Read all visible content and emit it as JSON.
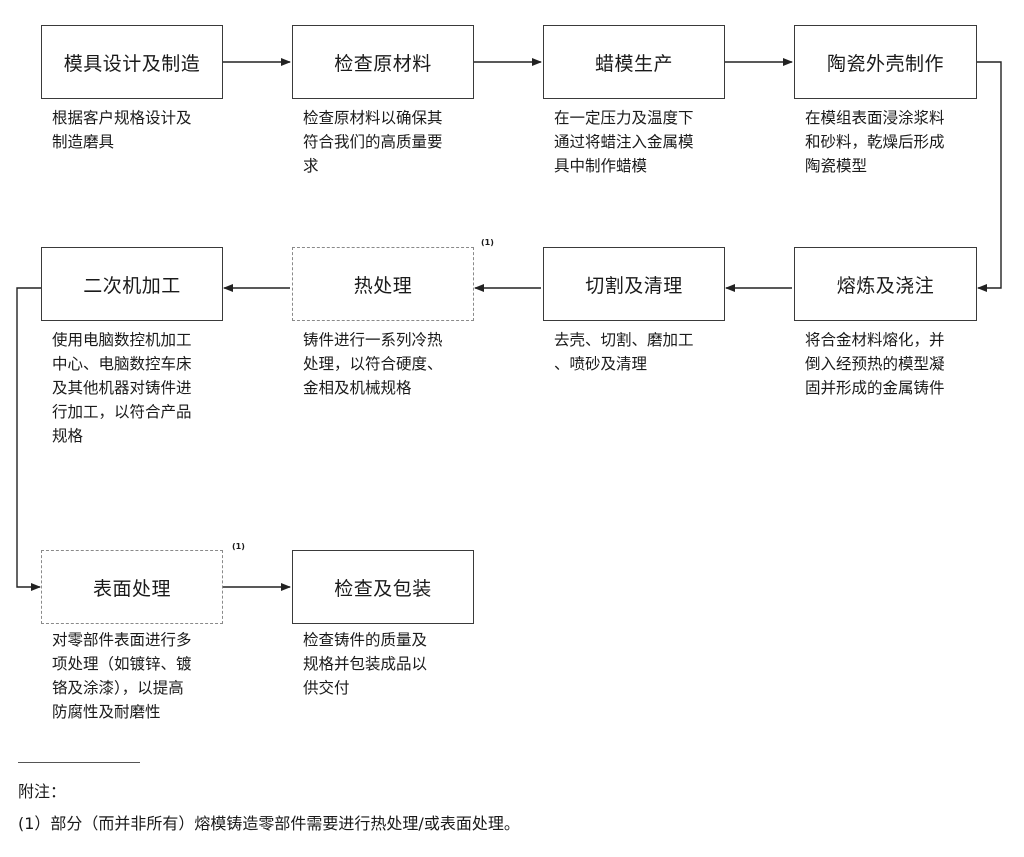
{
  "steps": {
    "mold": {
      "title": "模具设计及制造",
      "desc": "根据客户规格设计及\n制造磨具"
    },
    "inspect": {
      "title": "检查原材料",
      "desc": "检查原材料以确保其\n符合我们的高质量要\n求"
    },
    "wax": {
      "title": "蜡模生产",
      "desc": "在一定压力及温度下\n通过将蜡注入金属模\n具中制作蜡模"
    },
    "shell": {
      "title": "陶瓷外壳制作",
      "desc": "在模组表面浸涂浆料\n和砂料，乾燥后形成\n陶瓷模型"
    },
    "pour": {
      "title": "熔炼及浇注",
      "desc": "将合金材料熔化，并\n倒入经预热的模型凝\n固并形成的金属铸件"
    },
    "cut": {
      "title": "切割及清理",
      "desc": "去壳、切割、磨加工\n、喷砂及清理"
    },
    "heat": {
      "title": "热处理",
      "desc": "铸件进行一系列冷热\n处理，以符合硬度、\n金相及机械规格"
    },
    "machining": {
      "title": "二次机加工",
      "desc": "使用电脑数控机加工\n中心、电脑数控车床\n及其他机器对铸件进\n行加工，以符合产品\n规格"
    },
    "surface": {
      "title": "表面处理",
      "desc": "对零部件表面进行多\n项处理（如镀锌、镀\n铬及涂漆），以提高\n防腐性及耐磨性"
    },
    "pack": {
      "title": "检查及包装",
      "desc": "检查铸件的质量及\n规格并包装成品以\n供交付"
    }
  },
  "footnote_marker": "(1)",
  "notes": {
    "title": "附注：",
    "text": "(1）部分（而并非所有）熔模铸造零部件需要进行热处理/或表面处理。"
  }
}
